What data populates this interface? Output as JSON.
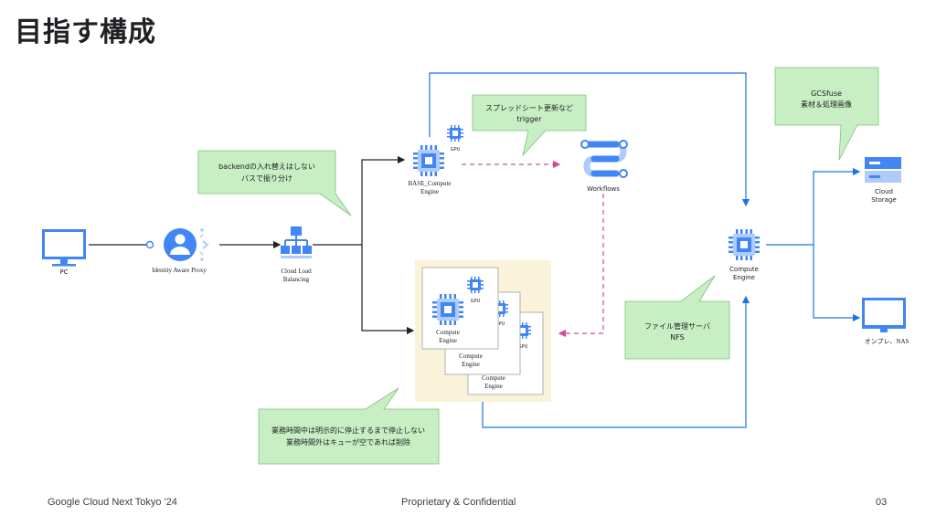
{
  "title": "目指す構成",
  "nodes": {
    "pc": "PC",
    "iap": "Identity Aware Proxy",
    "lb_line1": "Cloud Load",
    "lb_line2": "Balancing",
    "base_line1": "BASE_Compute",
    "base_line2": "Engine",
    "gpu": "GPU",
    "workflows": "Workflows",
    "ce_line1": "Compute",
    "ce_line2": "Engine",
    "storage_line1": "Cloud",
    "storage_line2": "Storage",
    "nas": "オンプレ、NAS"
  },
  "callouts": {
    "backend": [
      "backendの入れ替えはしない",
      "パスで振り分け"
    ],
    "spreadsheet": [
      "スプレッドシート更新など",
      "trigger"
    ],
    "gcsfuse": [
      "GCSfuse",
      "素材＆処理画像"
    ],
    "nfs": [
      "ファイル管理サーバ",
      "NFS"
    ],
    "business": [
      "業務時間中は明示的に停止するまで停止しない",
      "業務時間外はキューが空であれば削除"
    ]
  },
  "footer": {
    "left": "Google Cloud Next Tokyo '24",
    "center": "Proprietary & Confidential",
    "page": "03"
  },
  "colors": {
    "blue": "#4285f4",
    "arrow_blue": "#1a73e8",
    "callout_fill": "#c8efc4",
    "callout_stroke": "#7cc07a",
    "group_fill": "#fbf3d9",
    "dashed_pink": "#d04a98"
  }
}
